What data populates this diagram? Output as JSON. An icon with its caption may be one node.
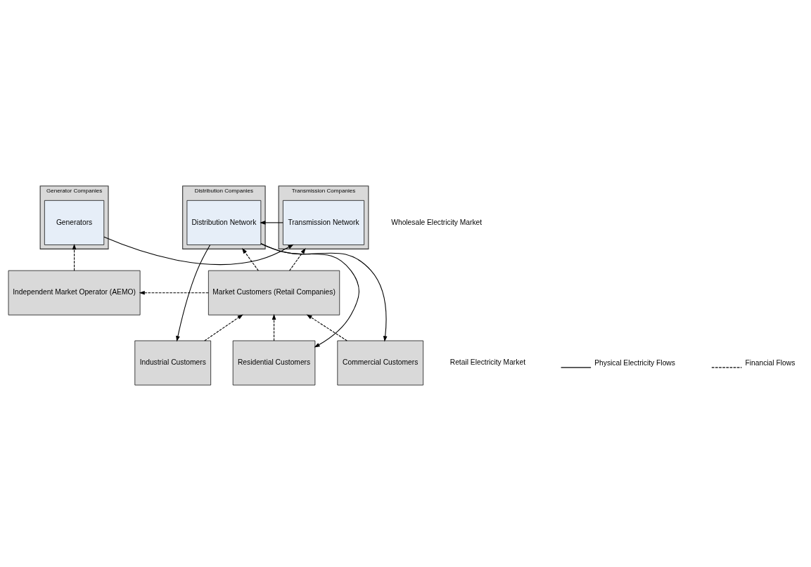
{
  "diagram": {
    "nodes": [
      {
        "text": [
          "Generator Companies"
        ]
      },
      {
        "text": [
          "Generators"
        ],
        "in": 0
      },
      {
        "text": [
          "Transmission Companies"
        ]
      },
      {
        "text": [
          "Transmission Network"
        ],
        "in": 2
      },
      {
        "text": [
          "Distribution Companies"
        ]
      },
      {
        "text": [
          "Distribution Network"
        ],
        "in": 4
      },
      {
        "text": [
          "Independent Market Operator (AEMO)"
        ]
      },
      {
        "text": [
          "Market Customers (Retail Companies)"
        ]
      },
      {
        "text": [
          "Industrial Customers"
        ]
      },
      {
        "text": [
          "Residential Customers"
        ]
      },
      {
        "text": [
          "Commercial Customers"
        ]
      }
    ],
    "edges": [
      {
        "from": 1,
        "to": 3,
        "arrow": "to"
      },
      {
        "from": 3,
        "to": 5,
        "arrow": "to"
      },
      {
        "from": 6,
        "to": 1,
        "arrow": "to",
        "style": "dashed"
      },
      {
        "from": 7,
        "to": 6,
        "arrow": "to",
        "style": "dashed"
      },
      {
        "from": 7,
        "to": 2,
        "arrow": "to",
        "style": "dashed"
      },
      {
        "from": 7,
        "to": 4,
        "arrow": "to",
        "style": "dashed"
      },
      {
        "from": 8,
        "to": 7,
        "arrow": "to",
        "style": "dashed"
      },
      {
        "from": 9,
        "to": 7,
        "arrow": "to",
        "style": "dashed"
      },
      {
        "from": 10,
        "to": 7,
        "arrow": "to",
        "style": "dashed"
      },
      {
        "from": 5,
        "to": 8,
        "arrow": "to"
      },
      {
        "from": 5,
        "to": 9,
        "arrow": "to"
      },
      {
        "from": 5,
        "to": 10,
        "arrow": "to"
      }
    ],
    "labels": [
      "Wholesale Electricity Market",
      "Retail Electricity Market"
    ],
    "legend": [
      {
        "text": "Physical Electricity Flows"
      },
      {
        "text": "Financial Flows"
      }
    ]
  }
}
